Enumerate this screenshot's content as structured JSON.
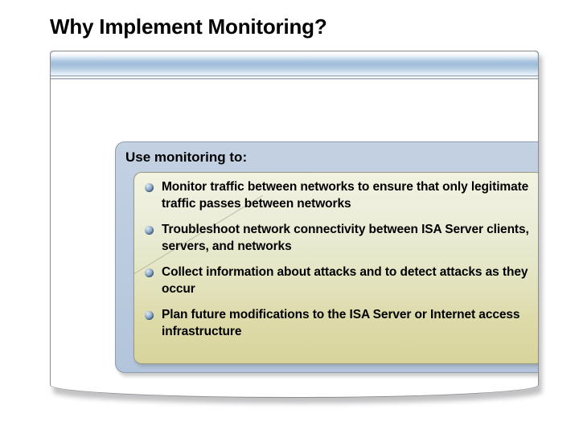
{
  "slide": {
    "title": "Why Implement Monitoring?"
  },
  "window": {
    "titlebar_label": "",
    "titlebar_color": "#9fbcd9"
  },
  "panel": {
    "heading": "Use monitoring to:",
    "background_color": "#bccce0",
    "bullet_panel_top_color": "#f2f3e0",
    "bullet_panel_bottom_color": "#d8d49c",
    "bullet_glyph_color": "#5b7da4",
    "bullets": [
      "Monitor traffic between networks to ensure that only legitimate traffic passes between networks",
      "Troubleshoot network connectivity between ISA Server clients, servers, and networks",
      "Collect information about attacks and to detect attacks as they occur",
      "Plan future modifications to the ISA Server or Internet access infrastructure"
    ]
  }
}
